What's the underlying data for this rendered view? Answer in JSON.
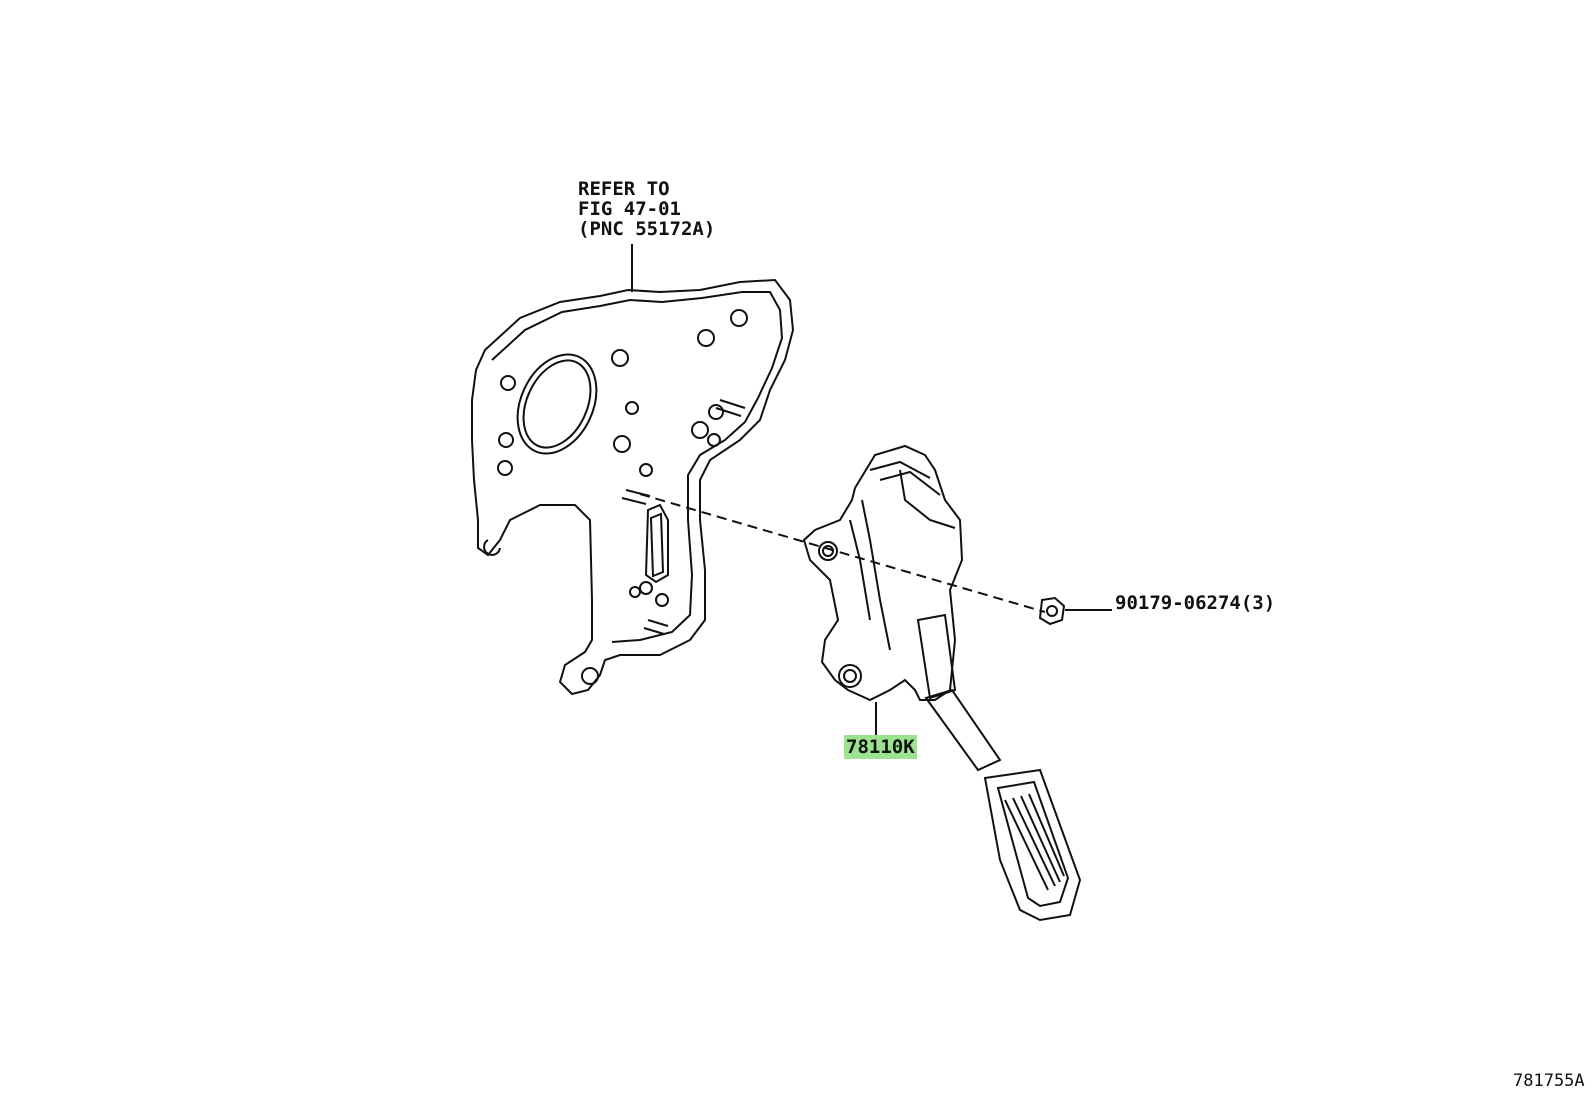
{
  "callouts": {
    "refer_to_lines": [
      "REFER TO",
      "FIG 47-01",
      "(PNC 55172A)"
    ],
    "nut_part": "90179-06274(3)",
    "pedal_assembly_part": "78110K"
  },
  "diagram_id": "781755A",
  "colors": {
    "highlight": "#9be38f",
    "ink": "#111111",
    "background": "#ffffff"
  }
}
